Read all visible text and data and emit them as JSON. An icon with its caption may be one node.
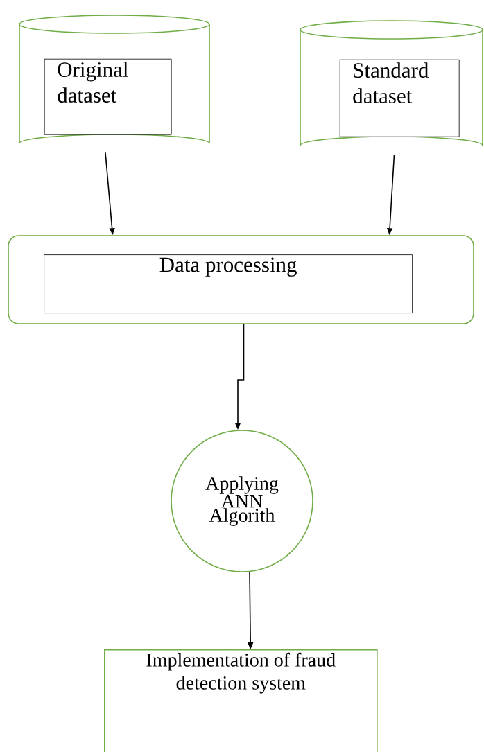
{
  "diagram": {
    "nodes": [
      {
        "text": [],
        "shape": "cylinder"
      },
      {
        "text": [
          "Original dataset"
        ],
        "in": 0
      },
      {
        "text": [],
        "shape": "cylinder"
      },
      {
        "text": [
          "Standard dataset"
        ],
        "in": 2
      },
      {
        "text": [],
        "shape": "box"
      },
      {
        "text": [
          "Data processing"
        ],
        "in": 4
      },
      {
        "text": [
          "Applying ANN Algorith"
        ]
      },
      {
        "text": [
          "Implementation of fraud detection system"
        ]
      }
    ],
    "edges": [
      {
        "from": 0,
        "to": 4,
        "arrow": "to"
      },
      {
        "from": 2,
        "to": 4,
        "arrow": "to"
      },
      {
        "from": 4,
        "to": 6,
        "arrow": "to"
      },
      {
        "from": 6,
        "to": 7,
        "arrow": "to"
      }
    ]
  }
}
